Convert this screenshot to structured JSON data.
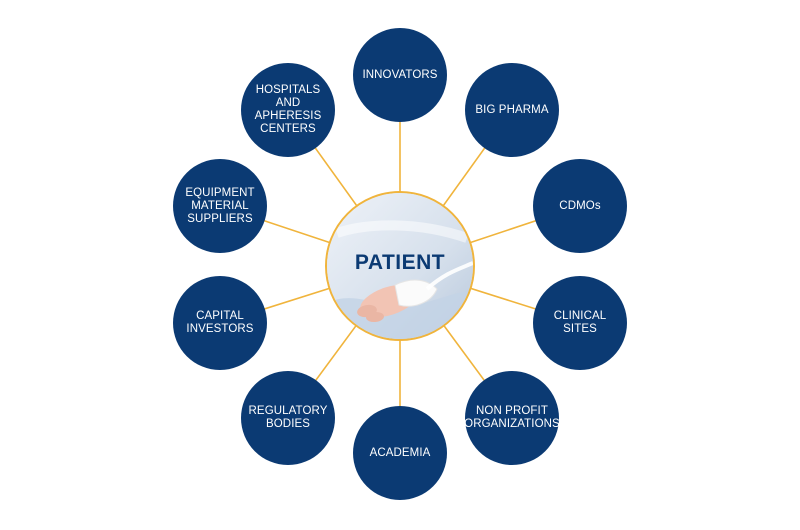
{
  "center": {
    "label": "PATIENT"
  },
  "nodes": [
    {
      "id": "innovators",
      "label": "INNOVATORS"
    },
    {
      "id": "big-pharma",
      "label": "BIG PHARMA"
    },
    {
      "id": "cdmos",
      "label": "CDMOs"
    },
    {
      "id": "clinical-sites",
      "label": "CLINICAL\nSITES"
    },
    {
      "id": "non-profit-organizations",
      "label": "NON PROFIT\nORGANIZATIONS"
    },
    {
      "id": "academia",
      "label": "ACADEMIA"
    },
    {
      "id": "regulatory-bodies",
      "label": "REGULATORY\nBODIES"
    },
    {
      "id": "capital-investors",
      "label": "CAPITAL\nINVESTORS"
    },
    {
      "id": "equipment-material-suppliers",
      "label": "EQUIPMENT\nMATERIAL\nSUPPLIERS"
    },
    {
      "id": "hospitals-apheresis-centers",
      "label": "HOSPITALS\nAND APHERESIS\nCENTERS"
    }
  ],
  "colors": {
    "node_fill": "#0b3a73",
    "node_text": "#ffffff",
    "connector": "#f0b43c",
    "center_label": "#0b3a73"
  }
}
